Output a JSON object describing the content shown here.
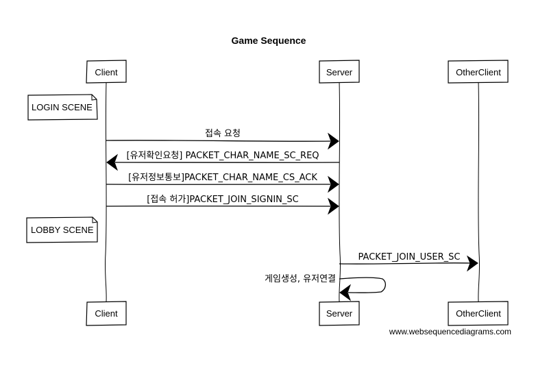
{
  "title": "Game Sequence",
  "participants": {
    "client": "Client",
    "server": "Server",
    "other": "OtherClient"
  },
  "notes": {
    "login": "LOGIN SCENE",
    "lobby": "LOBBY SCENE"
  },
  "messages": {
    "m1": "접속 요청",
    "m2": "[유저확인요청] PACKET_CHAR_NAME_SC_REQ",
    "m3": "[유저정보통보]PACKET_CHAR_NAME_CS_ACK",
    "m4": "[접속 허가]PACKET_JOIN_SIGNIN_SC",
    "m5": "PACKET_JOIN_USER_SC",
    "m6": "게임생성, 유저연결"
  },
  "credit": "www.websequencediagrams.com"
}
